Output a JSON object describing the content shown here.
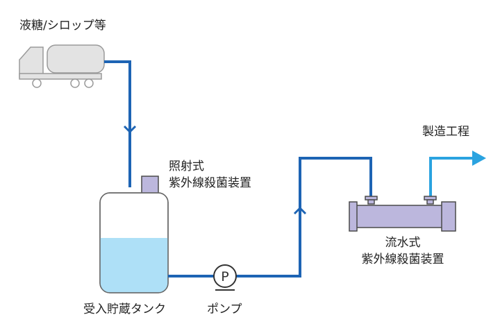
{
  "labels": {
    "source": "液糖/シロップ等",
    "uv_irradiation_line1": "照射式",
    "uv_irradiation_line2": "紫外線殺菌装置",
    "storage_tank": "受入貯蔵タンク",
    "pump": "ポンプ",
    "pump_symbol": "P",
    "uv_flow_line1": "流水式",
    "uv_flow_line2": "紫外線殺菌装置",
    "process": "製造工程"
  },
  "colors": {
    "pipe": "#1d64b4",
    "pipe_outlet": "#2aa3e0",
    "truck": "#e3e3e3",
    "truck_stroke": "#9a9a9a",
    "tank_liquid": "#aee0f7",
    "tank_stroke": "#666666",
    "device": "#bcb7dd",
    "device_stroke": "#4a4a4a"
  }
}
